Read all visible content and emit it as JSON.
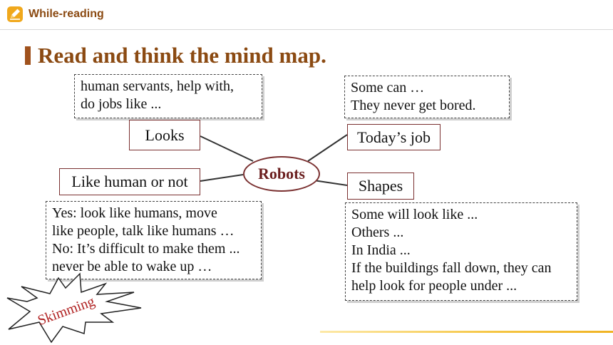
{
  "header": {
    "title": "While-reading",
    "icon": "pencil-icon",
    "accent": "#f0a81c"
  },
  "page_title": "Read and think the mind map.",
  "mind_map": {
    "center": "Robots",
    "branches": {
      "looks": "Looks",
      "like_human": "Like human or not",
      "todays_job": "Today’s job",
      "shapes": "Shapes"
    },
    "notes": {
      "top_left": "human servants, help with,\ndo jobs like ...",
      "top_right": "Some can …\nThey never get bored.",
      "bottom_left": "Yes: look like humans, move\nlike people, talk like humans …\nNo: It’s difficult to make them ...\nnever be able to wake up …",
      "bottom_right": "Some will look like ...\nOthers ...\nIn India ...\nIf the buildings fall down, they can\nhelp look for people under ..."
    }
  },
  "badge": {
    "text": "Skimming",
    "color": "#b02020"
  }
}
